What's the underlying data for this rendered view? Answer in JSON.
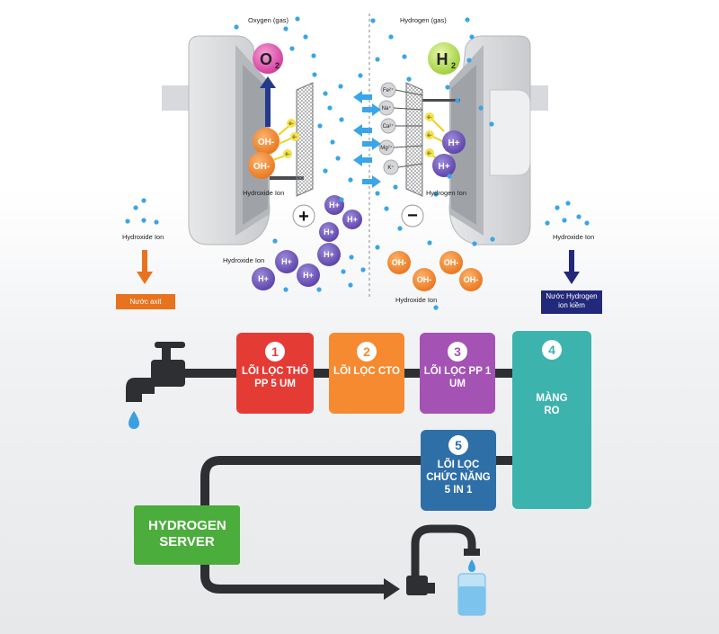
{
  "electrolysis": {
    "oxygen_label": "Oxygen (gas)",
    "hydrogen_label": "Hydrogen (gas)",
    "o2_symbol": "O",
    "o2_sub": "2",
    "h2_symbol": "H",
    "h2_sub": "2",
    "hydroxide_ion_anode": "Hydroxide Ion",
    "hydrogen_ion_cathode": "Hydrogen Ion",
    "hydroxide_ion_left": "Hydroxide Ion",
    "hydroxide_ion_center": "Hydroxide Ion",
    "hydroxide_ion_bottom": "Hydroxide Ion",
    "hydroxide_ion_right": "Hydroxide Ion",
    "plus_sign": "+",
    "minus_sign": "−",
    "electron": "e-",
    "oh_ion": "OH-",
    "h_ion": "H+",
    "minerals": [
      "Fe²⁺",
      "Na⁺",
      "Ca²⁺",
      "Mg²⁺",
      "K⁺"
    ],
    "acid_water": "Nước axit",
    "alkaline_water": "Nước Hydrogen ion kiềm"
  },
  "filters": [
    {
      "num": "1",
      "label": "LÕI LỌC THÔ PP 5 UM",
      "color": "#e53b35"
    },
    {
      "num": "2",
      "label": "LÕI LỌC CTO",
      "color": "#f58a30"
    },
    {
      "num": "3",
      "label": "LÕI LỌC PP 1 UM",
      "color": "#a452b4"
    },
    {
      "num": "4",
      "label": "MÀNG RO",
      "color": "#3db3ad"
    },
    {
      "num": "5",
      "label": "LÕI LỌC CHỨC NĂNG 5 IN 1",
      "color": "#2e6fa8"
    }
  ],
  "server": {
    "label": "HYDROGEN SERVER",
    "color": "#4bad3b"
  }
}
